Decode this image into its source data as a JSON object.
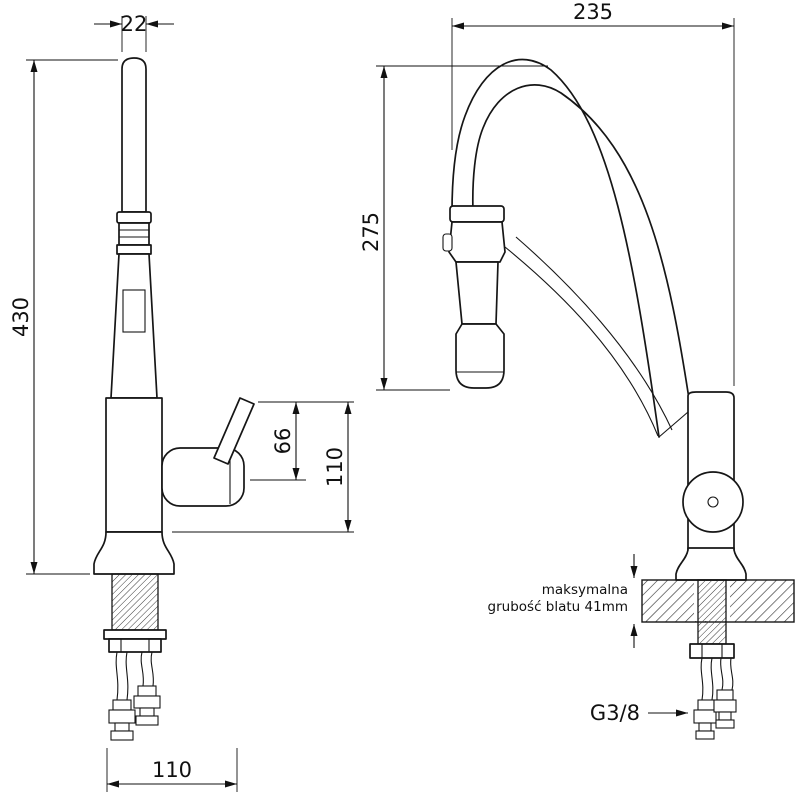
{
  "drawing": {
    "left_view": {
      "dim_spout_diameter": "22",
      "dim_total_height": "430",
      "dim_handle_height_small": "66",
      "dim_handle_height_large": "110",
      "dim_base_width": "110"
    },
    "right_view": {
      "dim_reach": "235",
      "dim_spout_height": "275",
      "note_line1": "maksymalna",
      "note_line2": "grubość blatu 41mm",
      "thread_size": "G3/8"
    }
  }
}
